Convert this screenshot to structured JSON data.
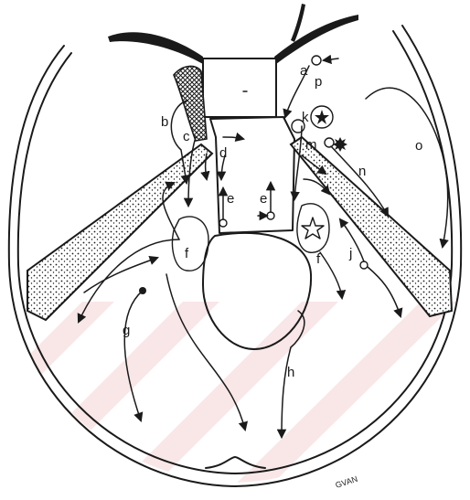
{
  "labels": {
    "a": "a",
    "p": "p",
    "k": "k",
    "m": "m",
    "b": "b",
    "c": "c",
    "d": "d",
    "e_left": "e",
    "e_right": "e",
    "f_left": "f",
    "f_right": "f",
    "g": "g",
    "h": "h",
    "j": "j",
    "n": "n",
    "o": "o"
  },
  "signature": "GVAN",
  "colors": {
    "ink": "#1a1a1a",
    "watermark": "#f4d3d6",
    "paper": "#ffffff"
  }
}
